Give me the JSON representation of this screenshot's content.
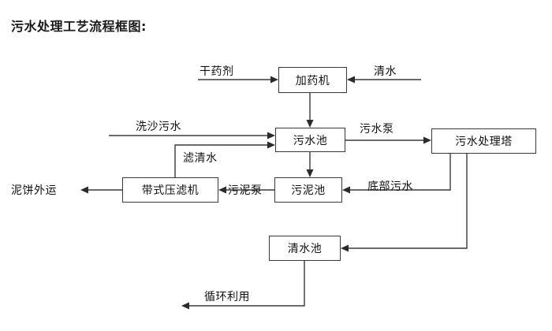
{
  "title": "污水处理工艺流程框图:",
  "diagram": {
    "type": "flowchart",
    "nodes": [
      {
        "id": "dosing_machine",
        "label": "加药机"
      },
      {
        "id": "sewage_pool",
        "label": "污水池"
      },
      {
        "id": "treatment_tower",
        "label": "污水处理塔"
      },
      {
        "id": "belt_press",
        "label": "带式压滤机"
      },
      {
        "id": "sludge_pool",
        "label": "污泥池"
      },
      {
        "id": "clean_pool",
        "label": "清水池"
      }
    ],
    "terminals": [
      {
        "id": "dry_agent",
        "label": "干药剂"
      },
      {
        "id": "clean_water",
        "label": "清水"
      },
      {
        "id": "sand_sewage",
        "label": "洗沙污水"
      },
      {
        "id": "cake_out",
        "label": "泥饼外运"
      }
    ],
    "edge_labels": [
      {
        "id": "sewage_pump",
        "label": "污水泵"
      },
      {
        "id": "filtrate",
        "label": "滤清水"
      },
      {
        "id": "sludge_pump",
        "label": "污泥泵"
      },
      {
        "id": "bottom_sewage",
        "label": "底部污水"
      },
      {
        "id": "recycle",
        "label": "循环利用"
      }
    ],
    "flows": [
      {
        "from": "dry_agent",
        "to": "dosing_machine",
        "label": "干药剂"
      },
      {
        "from": "clean_water",
        "to": "dosing_machine",
        "label": "清水"
      },
      {
        "from": "dosing_machine",
        "to": "sewage_pool",
        "label": ""
      },
      {
        "from": "sand_sewage",
        "to": "sewage_pool",
        "label": "洗沙污水"
      },
      {
        "from": "belt_press",
        "to": "sewage_pool",
        "label": "滤清水"
      },
      {
        "from": "sewage_pool",
        "to": "treatment_tower",
        "label": "污水泵"
      },
      {
        "from": "sewage_pool",
        "to": "sludge_pool",
        "label": ""
      },
      {
        "from": "treatment_tower",
        "to": "sludge_pool",
        "label": "底部污水"
      },
      {
        "from": "sludge_pool",
        "to": "belt_press",
        "label": "污泥泵"
      },
      {
        "from": "belt_press",
        "to": "cake_out",
        "label": "泥饼外运"
      },
      {
        "from": "treatment_tower",
        "to": "clean_pool",
        "label": ""
      },
      {
        "from": "clean_pool",
        "to": "recycle_out",
        "label": "循环利用"
      }
    ]
  }
}
